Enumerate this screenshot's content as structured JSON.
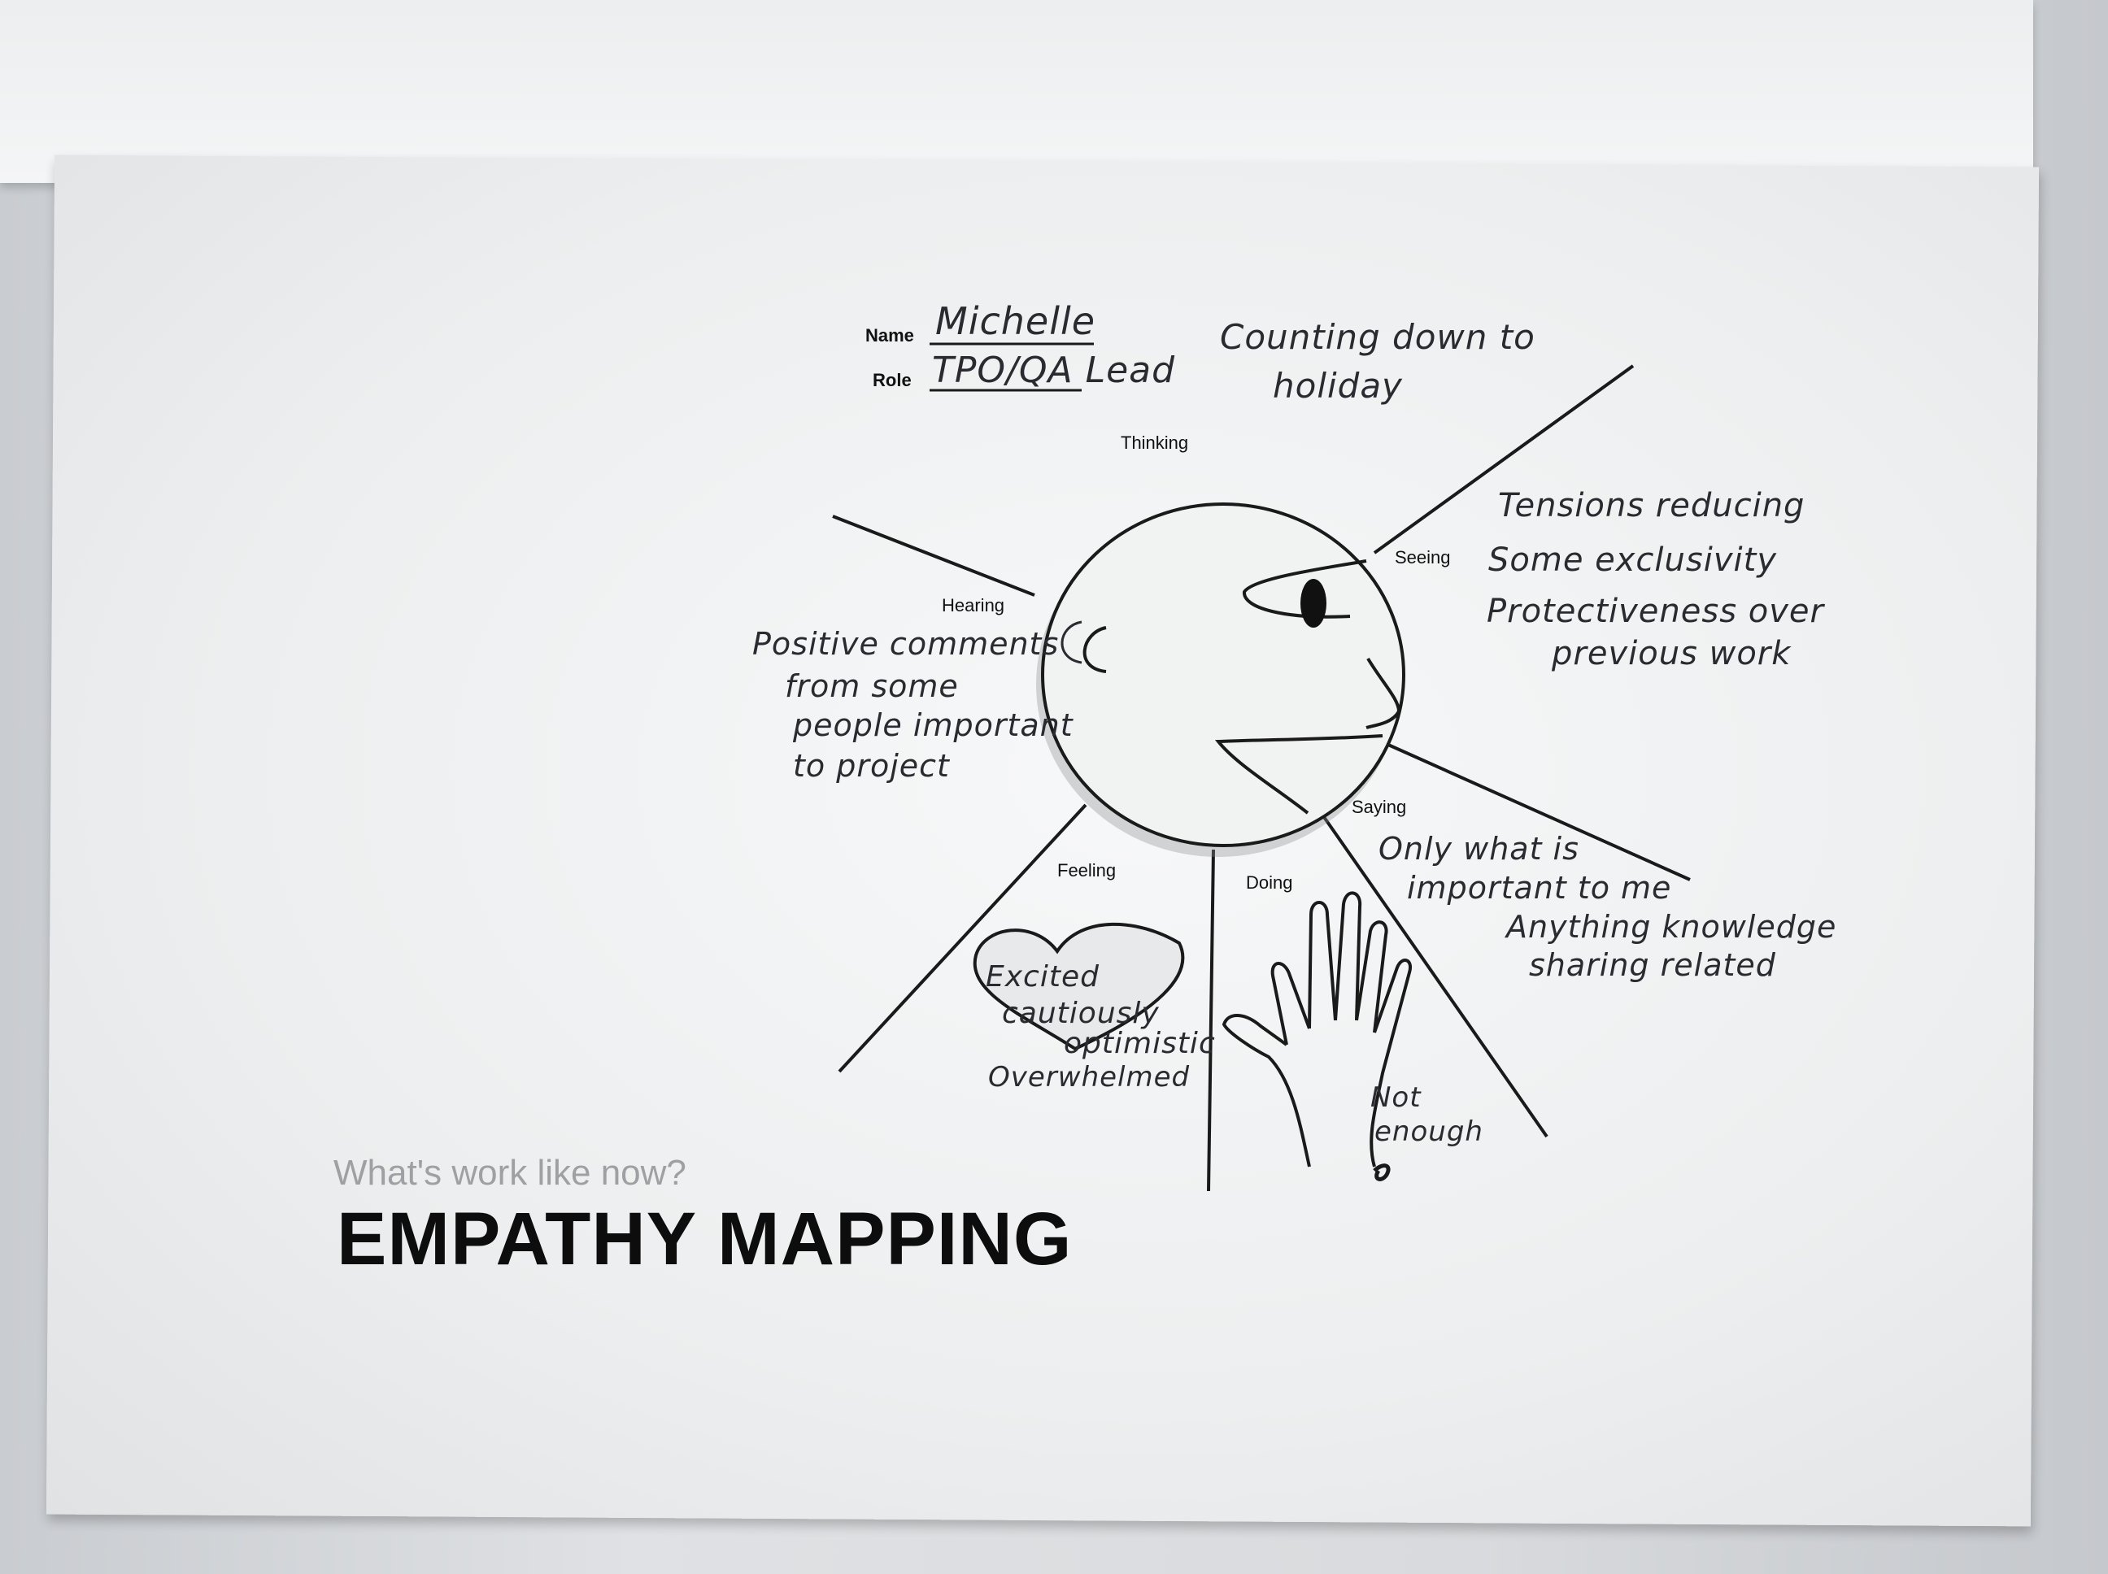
{
  "form": {
    "name_label": "Name",
    "name_value": "Michelle",
    "role_label": "Role",
    "role_value": "TPO/QA Lead"
  },
  "sections": {
    "thinking": "Thinking",
    "seeing": "Seeing",
    "hearing": "Hearing",
    "saying": "Saying",
    "feeling": "Feeling",
    "doing": "Doing"
  },
  "notes": {
    "thinking": [
      "Counting down to",
      "holiday"
    ],
    "seeing": [
      "Tensions reducing",
      "Some exclusivity",
      "Protectiveness over",
      "previous work"
    ],
    "hearing": [
      "Positive comments",
      "from some",
      "people important",
      "to project"
    ],
    "saying": [
      "Only what is",
      "important to me",
      "Anything knowledge",
      "sharing related"
    ],
    "feeling": [
      "Excited",
      "cautiously",
      "optimistic",
      "Overwhelmed"
    ],
    "doing": [
      "Not",
      "enough"
    ]
  },
  "footer": {
    "subtitle": "What's work like now?",
    "title": "EMPATHY MAPPING"
  },
  "colors": {
    "ink": "#2a2a30",
    "print": "#111111",
    "subtitle_gray": "#9ea0a3"
  }
}
